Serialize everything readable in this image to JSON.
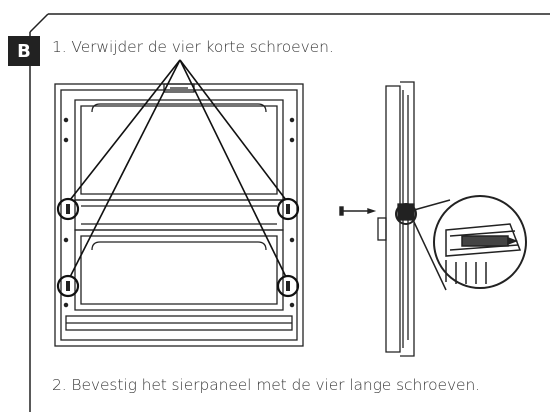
{
  "step_badge": "B",
  "steps": {
    "step1": "1. Verwijder de vier korte schroeven.",
    "step2": "2. Bevestig het sierpaneel met de vier lange schroeven."
  },
  "colors": {
    "line": "#222222",
    "badge_bg": "#222222",
    "badge_text": "#ffffff"
  }
}
